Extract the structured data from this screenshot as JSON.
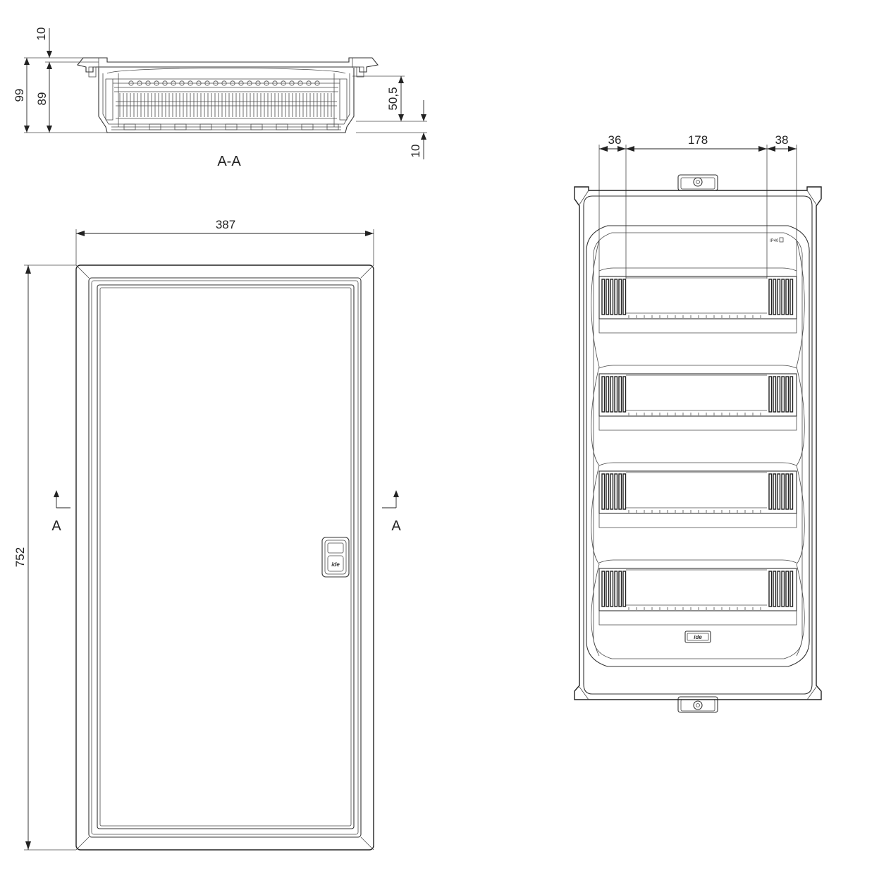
{
  "section_view": {
    "label": "A-A",
    "dims": {
      "top_flange": "10",
      "total_depth": "99",
      "inner_depth": "89",
      "rail_depth": "50,5",
      "bottom_offset": "10"
    }
  },
  "front_view": {
    "width": "387",
    "height": "752",
    "section_marker_left": "A",
    "section_marker_right": "A"
  },
  "interior_view": {
    "left_margin": "36",
    "rail_width": "178",
    "right_margin": "38",
    "rating_mark": "IP40",
    "logo": "ide",
    "rows": 4
  },
  "colors": {
    "line": "#333333",
    "background": "#ffffff"
  }
}
